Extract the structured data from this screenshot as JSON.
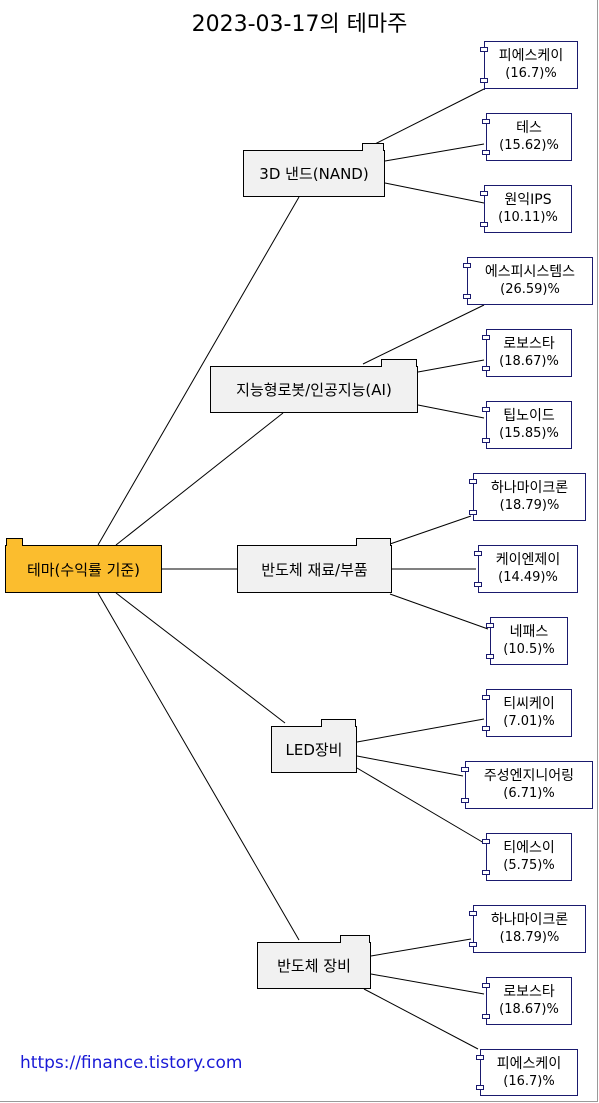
{
  "title": "2023-03-17의 테마주",
  "root": {
    "label": "테마(수익률 기준)"
  },
  "themes": [
    {
      "label": "3D 낸드(NAND)",
      "stocks": [
        {
          "name": "피에스케이",
          "pct": "(16.7)%"
        },
        {
          "name": "테스",
          "pct": "(15.62)%"
        },
        {
          "name": "원익IPS",
          "pct": "(10.11)%"
        }
      ]
    },
    {
      "label": "지능형로봇/인공지능(AI)",
      "stocks": [
        {
          "name": "에스피시스템스",
          "pct": "(26.59)%"
        },
        {
          "name": "로보스타",
          "pct": "(18.67)%"
        },
        {
          "name": "팁노이드",
          "pct": "(15.85)%"
        }
      ]
    },
    {
      "label": "반도체 재료/부품",
      "stocks": [
        {
          "name": "하나마이크론",
          "pct": "(18.79)%"
        },
        {
          "name": "케이엔제이",
          "pct": "(14.49)%"
        },
        {
          "name": "네패스",
          "pct": "(10.5)%"
        }
      ]
    },
    {
      "label": "LED장비",
      "stocks": [
        {
          "name": "티씨케이",
          "pct": "(7.01)%"
        },
        {
          "name": "주성엔지니어링",
          "pct": "(6.71)%"
        },
        {
          "name": "티에스이",
          "pct": "(5.75)%"
        }
      ]
    },
    {
      "label": "반도체 장비",
      "stocks": [
        {
          "name": "하나마이크론",
          "pct": "(18.79)%"
        },
        {
          "name": "로보스타",
          "pct": "(18.67)%"
        },
        {
          "name": "피에스케이",
          "pct": "(16.7)%"
        }
      ]
    }
  ],
  "footer": {
    "link": "https://finance.tistory.com"
  }
}
